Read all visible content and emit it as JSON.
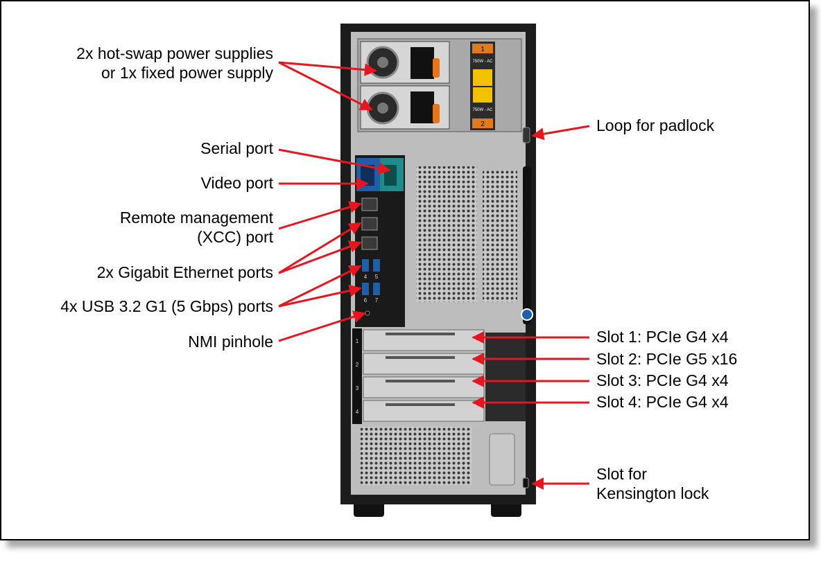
{
  "labels": {
    "psu_line1": "2x hot-swap power supplies",
    "psu_line2": "or 1x fixed power supply",
    "serial": "Serial port",
    "video": "Video port",
    "xcc_line1": "Remote management",
    "xcc_line2": "(XCC) port",
    "gbe": "2x Gigabit Ethernet ports",
    "usb": "4x USB 3.2 G1 (5 Gbps) ports",
    "nmi": "NMI pinhole",
    "padlock": "Loop for padlock",
    "slot1": "Slot 1: PCIe G4 x4",
    "slot2": "Slot 2: PCIe G5 x16",
    "slot3": "Slot 3: PCIe G4 x4",
    "slot4": "Slot 4: PCIe G4 x4",
    "kensington_line1": "Slot for",
    "kensington_line2": "Kensington lock"
  },
  "psu_badges": [
    "1",
    "2"
  ],
  "psu_rating": "750W - AC",
  "slot_numbers": [
    "1",
    "2",
    "3",
    "4"
  ],
  "usb_numbers": [
    "4",
    "5",
    "6",
    "7"
  ],
  "colors": {
    "arrow": "#e8141e",
    "chassis": "#1c1c1c",
    "panel": "#bdbdbd",
    "vga": "#1f5fa8",
    "serial": "#1f8c8c",
    "psu_badge": "#e07a1a"
  }
}
